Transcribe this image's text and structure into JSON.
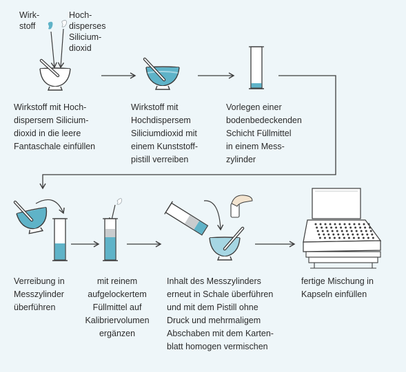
{
  "top_labels": {
    "wirkstoff": [
      "Wirk-",
      "stoff"
    ],
    "silicium": [
      "Hoch-",
      "disperses",
      "Silicium-",
      "dioxid"
    ]
  },
  "steps": [
    {
      "id": "step1",
      "lines": [
        "Wirkstoff mit Hoch-",
        "dispersem Silicium-",
        "dioxid in die leere",
        "Fantaschale einfüllen"
      ]
    },
    {
      "id": "step2",
      "lines": [
        "Wirkstoff mit",
        "Hochdispersem",
        "Siliciumdioxid mit",
        "einem Kunststoff-",
        "pistill verreiben"
      ]
    },
    {
      "id": "step3",
      "lines": [
        "Vorlegen einer",
        "bodenbedeckenden",
        "Schicht Füllmittel",
        "in einem Mess-",
        "zylinder"
      ]
    },
    {
      "id": "step4",
      "lines": [
        "Verreibung in",
        "Messzylinder",
        "überführen"
      ]
    },
    {
      "id": "step5",
      "lines": [
        "mit reinem",
        "aufgelockertem",
        "Füllmittel auf",
        "Kalibriervolumen",
        "ergänzen"
      ]
    },
    {
      "id": "step6",
      "lines": [
        "Inhalt des Messzylinders",
        "erneut in Schale überführen",
        "und mit dem Pistill ohne",
        "Druck und mehrmaligem",
        "Abschaben mit dem Karten-",
        "blatt homogen vermischen"
      ]
    },
    {
      "id": "step7",
      "lines": [
        "fertige Mischung in",
        "Kapseln einfüllen"
      ]
    }
  ],
  "colors": {
    "background": "#eef6f9",
    "liquid": "#5fb3c8",
    "liquid_light": "#a6d6e3",
    "outline": "#3c3c3c",
    "white_fill": "#ffffff",
    "powder_grey": "#c9ccce"
  }
}
